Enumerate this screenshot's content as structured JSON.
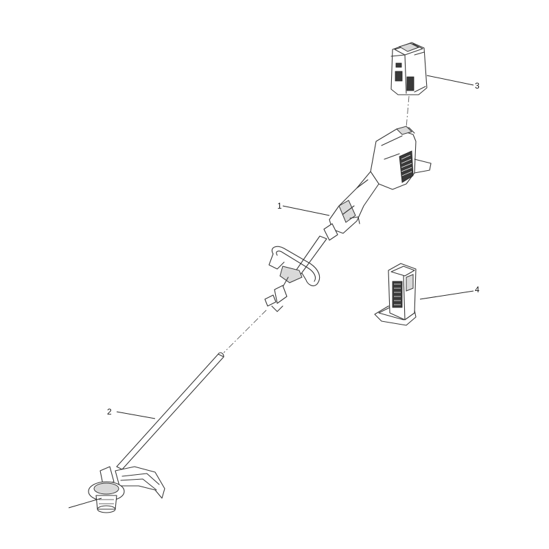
{
  "callouts": [
    {
      "id": "1",
      "label": "1",
      "part": "power-head"
    },
    {
      "id": "2",
      "label": "2",
      "part": "shaft-trimmer-head"
    },
    {
      "id": "3",
      "label": "3",
      "part": "battery"
    },
    {
      "id": "4",
      "label": "4",
      "part": "charger"
    }
  ],
  "colors": {
    "line": "#333333",
    "shade": "#d9d9d9",
    "dark": "#3a3a3a"
  }
}
